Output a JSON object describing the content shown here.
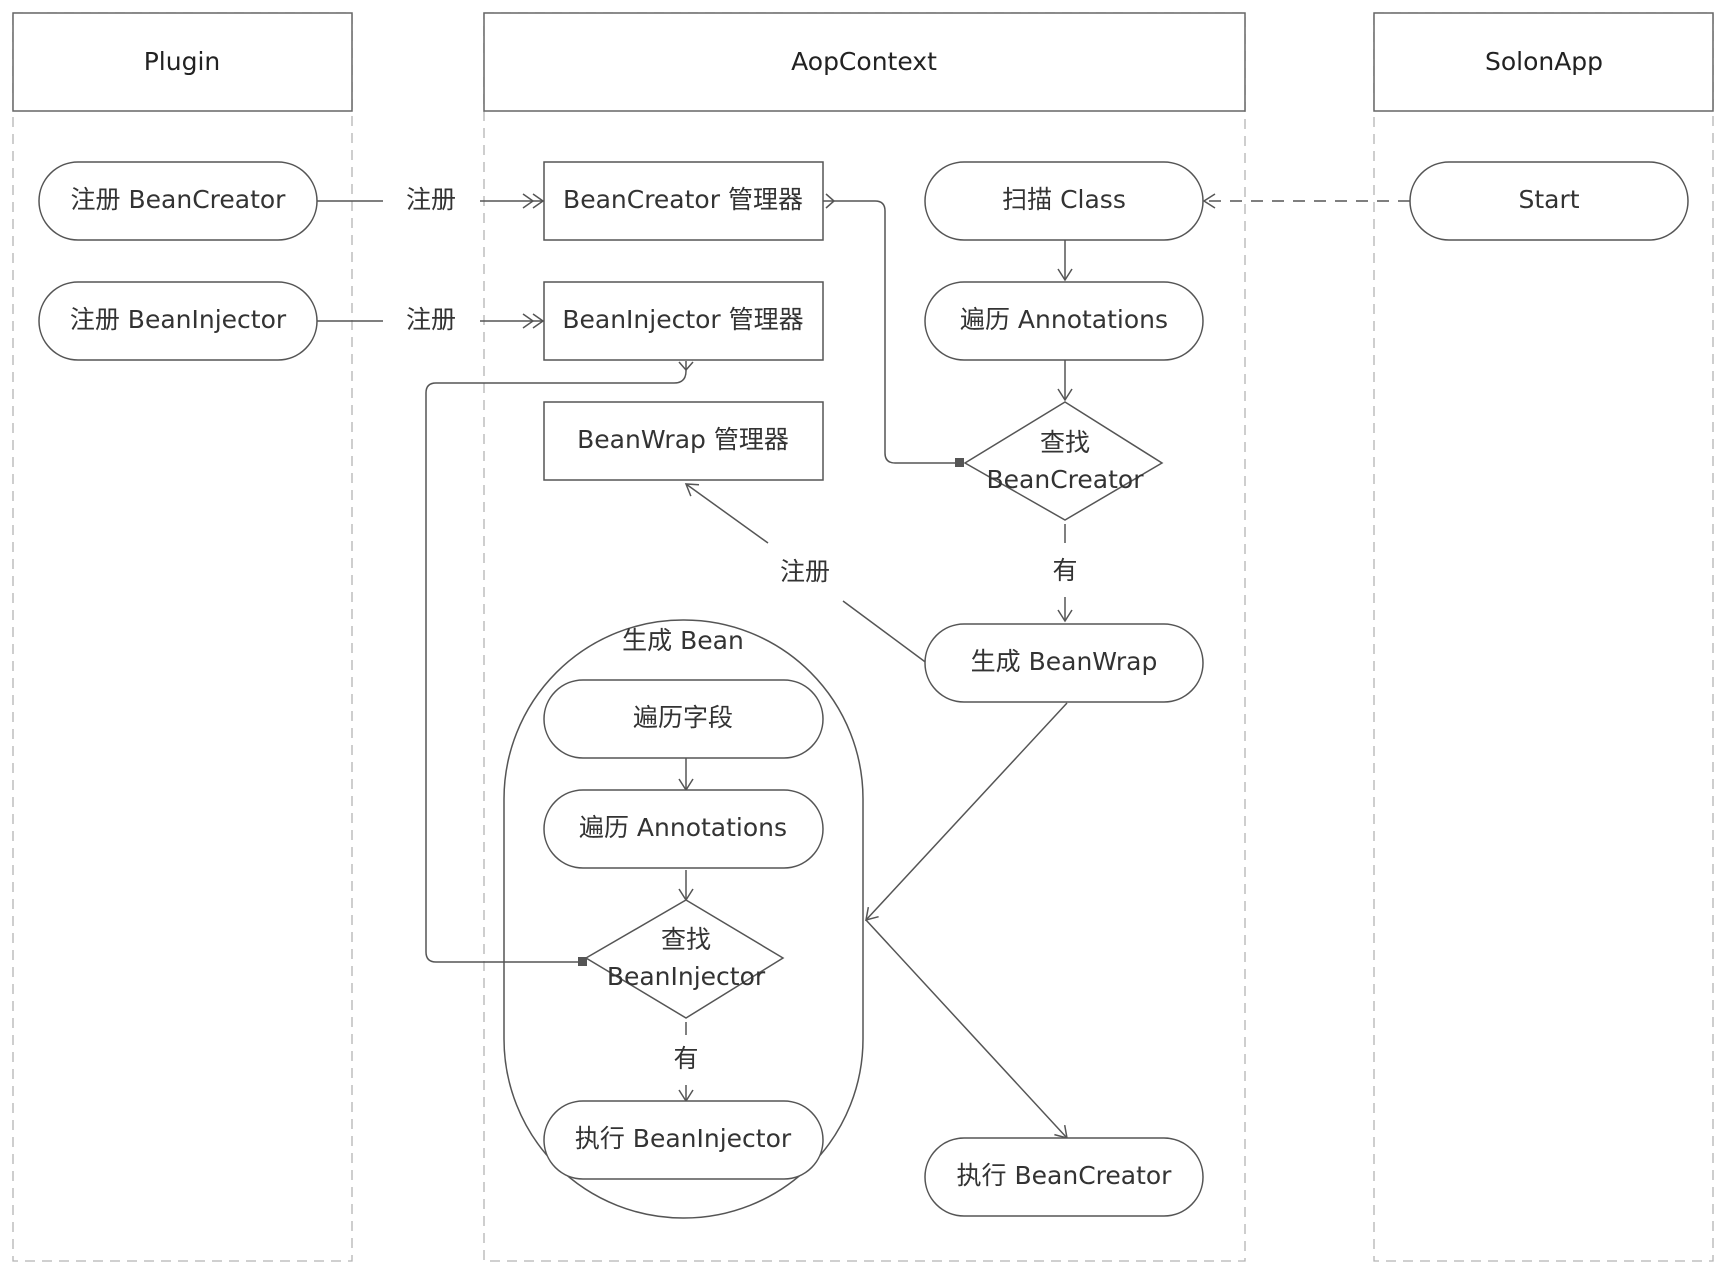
{
  "lanes": {
    "plugin": "Plugin",
    "aop": "AopContext",
    "solon": "SolonApp"
  },
  "nodes": {
    "reg_creator": "注册 BeanCreator",
    "reg_injector": "注册 BeanInjector",
    "creator_mgr": "BeanCreator 管理器",
    "injector_mgr": "BeanInjector 管理器",
    "wrap_mgr": "BeanWrap 管理器",
    "scan_class": "扫描 Class",
    "iter_annotations_top": "遍历 Annotations",
    "find_creator_line1": "查找",
    "find_creator_line2": "BeanCreator",
    "gen_beanwrap": "生成 BeanWrap",
    "gen_bean_group": "生成 Bean",
    "iter_fields": "遍历字段",
    "iter_annotations_inner": "遍历 Annotations",
    "find_injector_line1": "查找",
    "find_injector_line2": "BeanInjector",
    "exec_injector": "执行 BeanInjector",
    "exec_creator": "执行 BeanCreator",
    "start": "Start"
  },
  "edge_labels": {
    "register_1": "注册",
    "register_2": "注册",
    "register_3": "注册",
    "has_1": "有",
    "has_2": "有"
  }
}
